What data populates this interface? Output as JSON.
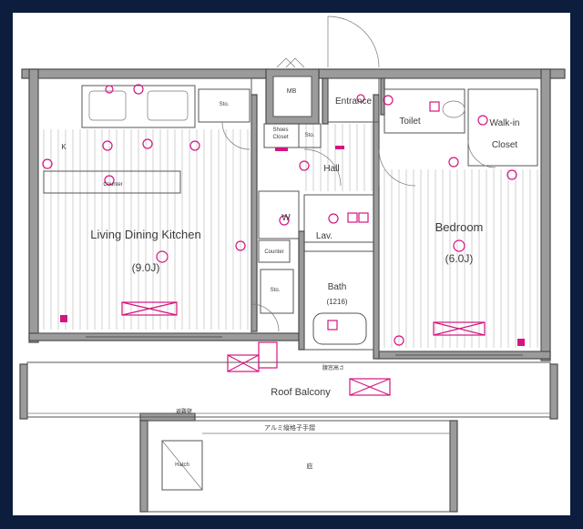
{
  "labels": {
    "ldk": "Living Dining Kitchen",
    "ldk_size": "(9.0J)",
    "bedroom": "Bedroom",
    "bedroom_size": "(6.0J)",
    "entrance": "Entrance",
    "toilet": "Toilet",
    "walkin": "Walk-in",
    "closet": "Closet",
    "hall": "Hall",
    "w": "W",
    "lav": "Lav.",
    "bath": "Bath",
    "bath_size": "(1216)",
    "mb": "MB",
    "sto1": "Sto.",
    "sto2": "Sto.",
    "sto3": "Sto.",
    "shoes": "Shoes",
    "shoes_closet": "Closet",
    "counter": "Counter",
    "counter_small": "Counter",
    "roof_balcony": "Roof Balcony",
    "railing": "アルミ縦格子手摺",
    "hatch": "Hatch",
    "partition": "避難壁",
    "sill": "腰窓高さ",
    "misc": "庇",
    "k_mark": "K"
  },
  "colors": {
    "background": "#0c1d3e",
    "paper": "#ffffff",
    "wall": "#9b9b9b",
    "floor_hatch": "#bdbdbd",
    "symbol": "#d4157f"
  }
}
